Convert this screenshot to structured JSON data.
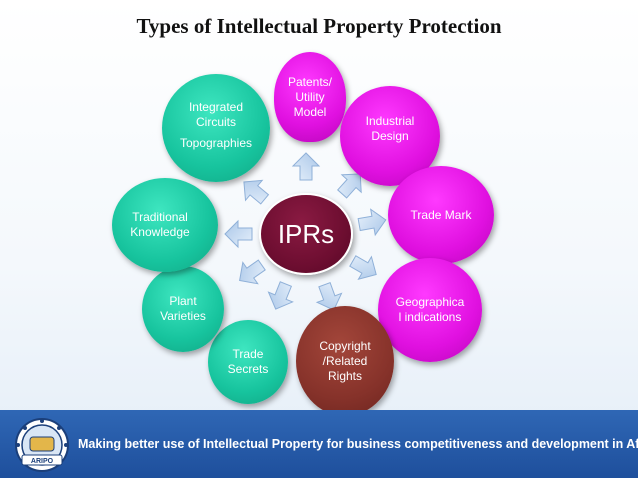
{
  "title": "Types of Intellectual Property Protection",
  "center": {
    "label": "IPRs"
  },
  "nodes": {
    "patents": [
      "Patents/",
      "Utility",
      "Model"
    ],
    "industrial_design": [
      "Industrial",
      "Design"
    ],
    "trade_mark": [
      "Trade Mark"
    ],
    "geographical_indications": [
      "Geographica",
      "l indications"
    ],
    "copyright": [
      "Copyright",
      "/Related",
      "Rights"
    ],
    "trade_secrets": [
      "Trade",
      "Secrets"
    ],
    "plant_varieties": [
      "Plant",
      "Varieties"
    ],
    "traditional_knowledge": [
      "Traditional",
      "Knowledge"
    ],
    "integrated_circuits": [
      "Integrated",
      "Circuits",
      "Topographies"
    ]
  },
  "footer": {
    "text": "Making better use of Intellectual Property for business competitiveness and development in Africa",
    "logo_text": "ARIPO"
  },
  "colors": {
    "green": "#17c49e",
    "magenta": "#e010e0",
    "brown": "#86322a",
    "center": "#6e0e31",
    "arrow": "#c9dcf1",
    "footer": "#1e4f9c"
  }
}
